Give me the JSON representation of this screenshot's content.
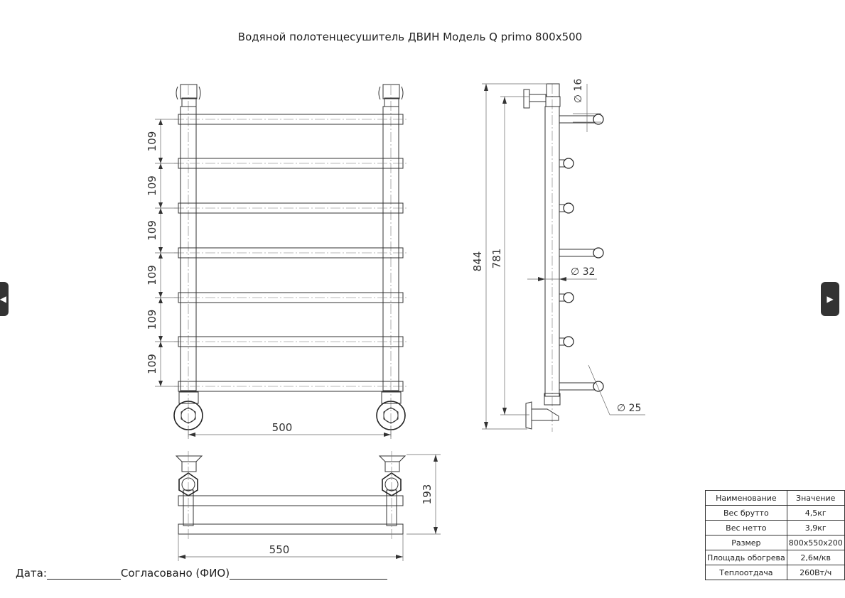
{
  "title": "Водяной полотенцесушитель ДВИН Модель Q primo 800x500",
  "dimensions": {
    "rung_pitch": [
      "109",
      "109",
      "109",
      "109",
      "109",
      "109"
    ],
    "front_width": "500",
    "overall_height": "844",
    "center_height": "781",
    "diam_rung": "∅ 16",
    "diam_pipe": "∅ 32",
    "diam_fitting": "∅ 25",
    "depth": "193",
    "top_width": "550"
  },
  "footer": {
    "date_label": "Дата:",
    "approved_label": "Согласовано (ФИО)"
  },
  "spec_table": {
    "headers": [
      "Наименование",
      "Значение"
    ],
    "rows": [
      [
        "Вес брутто",
        "4,5кг"
      ],
      [
        "Вес нетто",
        "3,9кг"
      ],
      [
        "Размер",
        "800x550x200"
      ],
      [
        "Площадь обогрева",
        "2,6м/кв"
      ],
      [
        "Теплоотдача",
        "260Вт/ч"
      ]
    ]
  },
  "nav": {
    "prev_icon": "◀",
    "next_icon": "▶"
  }
}
